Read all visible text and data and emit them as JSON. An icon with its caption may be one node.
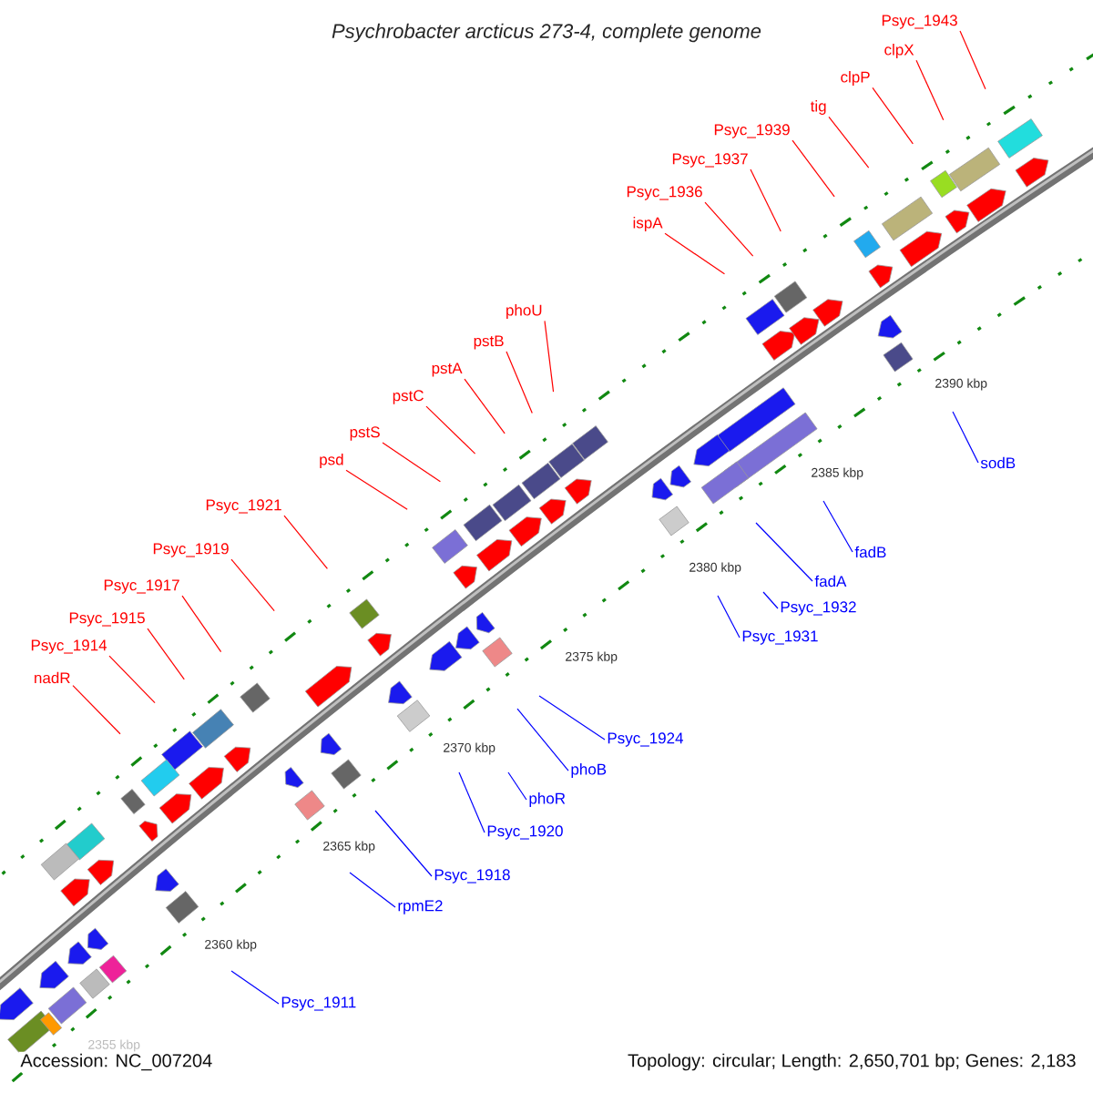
{
  "diagram": {
    "title": "Psychrobacter arcticus 273-4, complete genome",
    "nodes": [
      {
        "text": [
          "Psyc_1943"
        ]
      },
      {
        "text": [
          "clpX"
        ]
      },
      {
        "text": [
          "clpP"
        ]
      },
      {
        "text": [
          "tig"
        ]
      },
      {
        "text": [
          "Psyc_1939"
        ]
      },
      {
        "text": [
          "Psyc_1937"
        ]
      },
      {
        "text": [
          "Psyc_1936"
        ]
      },
      {
        "text": [
          "ispA"
        ]
      },
      {
        "text": [
          "phoU"
        ]
      },
      {
        "text": [
          "pstB"
        ]
      },
      {
        "text": [
          "pstA"
        ]
      },
      {
        "text": [
          "pstC"
        ]
      },
      {
        "text": [
          "pstS"
        ]
      },
      {
        "text": [
          "psd"
        ]
      },
      {
        "text": [
          "Psyc_1921"
        ]
      },
      {
        "text": [
          "Psyc_1919"
        ]
      },
      {
        "text": [
          "Psyc_1917"
        ]
      },
      {
        "text": [
          "Psyc_1915"
        ]
      },
      {
        "text": [
          "Psyc_1914"
        ]
      },
      {
        "text": [
          "nadR"
        ]
      },
      {
        "text": [
          "sodB"
        ]
      },
      {
        "text": [
          "fadB"
        ]
      },
      {
        "text": [
          "fadA"
        ]
      },
      {
        "text": [
          "Psyc_1932"
        ]
      },
      {
        "text": [
          "Psyc_1931"
        ]
      },
      {
        "text": [
          "Psyc_1924"
        ]
      },
      {
        "text": [
          "phoB"
        ]
      },
      {
        "text": [
          "phoR"
        ]
      },
      {
        "text": [
          "Psyc_1920"
        ]
      },
      {
        "text": [
          "Psyc_1918"
        ]
      },
      {
        "text": [
          "rpmE2"
        ]
      },
      {
        "text": [
          "Psyc_1911"
        ]
      }
    ],
    "edges": [
      {
        "from": 0,
        "to": null,
        "arrow": "none"
      },
      {
        "from": 1,
        "to": null,
        "arrow": "none"
      },
      {
        "from": 2,
        "to": null,
        "arrow": "none"
      },
      {
        "from": 3,
        "to": null,
        "arrow": "none"
      },
      {
        "from": 4,
        "to": null,
        "arrow": "none"
      },
      {
        "from": 5,
        "to": null,
        "arrow": "none"
      },
      {
        "from": 6,
        "to": null,
        "arrow": "none"
      },
      {
        "from": 7,
        "to": null,
        "arrow": "none"
      },
      {
        "from": 8,
        "to": null,
        "arrow": "none"
      },
      {
        "from": 9,
        "to": null,
        "arrow": "none"
      },
      {
        "from": 10,
        "to": null,
        "arrow": "none"
      },
      {
        "from": 11,
        "to": null,
        "arrow": "none"
      },
      {
        "from": 12,
        "to": null,
        "arrow": "none"
      },
      {
        "from": 13,
        "to": null,
        "arrow": "none"
      },
      {
        "from": 14,
        "to": null,
        "arrow": "none"
      },
      {
        "from": 15,
        "to": null,
        "arrow": "none"
      },
      {
        "from": 16,
        "to": null,
        "arrow": "none"
      },
      {
        "from": 17,
        "to": null,
        "arrow": "none"
      },
      {
        "from": 18,
        "to": null,
        "arrow": "none"
      },
      {
        "from": 19,
        "to": null,
        "arrow": "none"
      },
      {
        "from": 20,
        "to": null,
        "arrow": "none",
        "color": "#0000ff"
      },
      {
        "from": 21,
        "to": null,
        "arrow": "none",
        "color": "#0000ff"
      },
      {
        "from": 22,
        "to": null,
        "arrow": "none",
        "color": "#0000ff"
      },
      {
        "from": 23,
        "to": null,
        "arrow": "none",
        "color": "#0000ff"
      },
      {
        "from": 24,
        "to": null,
        "arrow": "none",
        "color": "#0000ff"
      },
      {
        "from": 25,
        "to": null,
        "arrow": "none",
        "color": "#0000ff"
      },
      {
        "from": 26,
        "to": null,
        "arrow": "none",
        "color": "#0000ff"
      },
      {
        "from": 27,
        "to": null,
        "arrow": "none",
        "color": "#0000ff"
      },
      {
        "from": 28,
        "to": null,
        "arrow": "none",
        "color": "#0000ff"
      },
      {
        "from": 29,
        "to": null,
        "arrow": "none",
        "color": "#0000ff"
      },
      {
        "from": 30,
        "to": null,
        "arrow": "none",
        "color": "#0000ff"
      },
      {
        "from": 31,
        "to": null,
        "arrow": "none",
        "color": "#0000ff"
      }
    ],
    "labels": [
      "2390 kbp",
      "2385 kbp",
      "2380 kbp",
      "2375 kbp",
      "2370 kbp",
      "2365 kbp",
      "2360 kbp",
      "2355 kbp",
      "Accession: NC_007204",
      "Topology: circular; Length: 2,650,701 bp; Genes: 2,183"
    ]
  }
}
